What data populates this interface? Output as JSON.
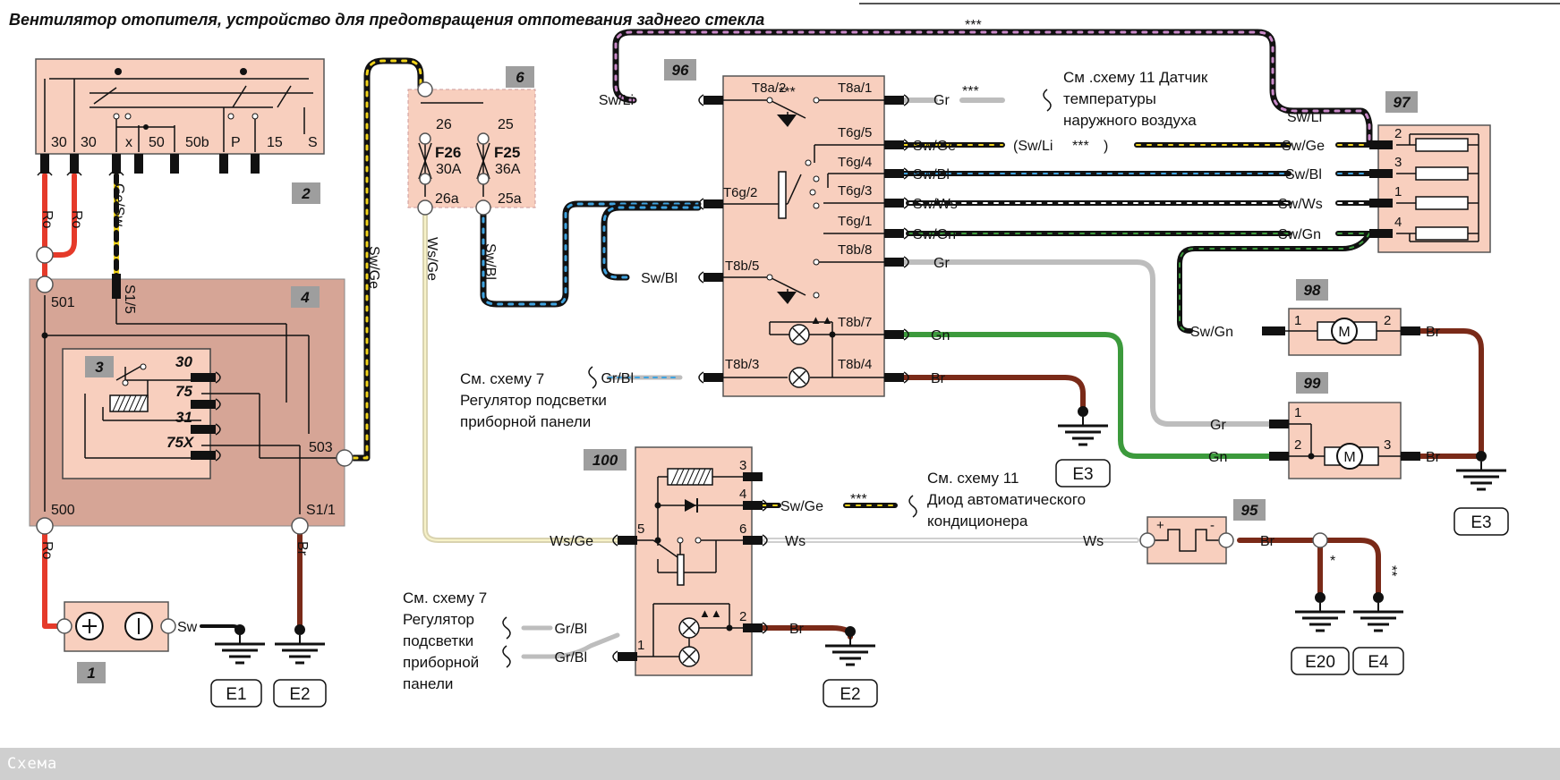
{
  "title": "Вентилятор отопителя, устройство для предотвращения отпотевания заднего стекла",
  "footer_label": "Схема",
  "components": {
    "c1": "1",
    "c2": "2",
    "c3": "3",
    "c4": "4",
    "c6": "6",
    "c95": "95",
    "c96": "96",
    "c97": "97",
    "c98": "98",
    "c99": "99",
    "c100": "100"
  },
  "ignition_terminals": [
    "30",
    "30",
    "x",
    "50",
    "50b",
    "P",
    "15",
    "S"
  ],
  "relay_block": {
    "p501": "501",
    "p500": "500",
    "p503": "503",
    "s15": "S1/5",
    "s11": "S1/1",
    "pin30": "30",
    "pin75": "75",
    "pin31": "31",
    "pin75x": "75X"
  },
  "fuses": {
    "f26": "F26",
    "f26_amp": "30A",
    "f25": "F25",
    "f25_amp": "36A",
    "p26": "26",
    "p25": "25",
    "p26a": "26a",
    "p25a": "25a"
  },
  "switch96": {
    "t8a2": "T8a/2",
    "t8a1": "T8a/1",
    "t6g5": "T6g/5",
    "t6g4": "T6g/4",
    "t6g2": "T6g/2",
    "t6g3": "T6g/3",
    "t6g1": "T6g/1",
    "t8b5": "T8b/5",
    "t8b8": "T8b/8",
    "t8b7": "T8b/7",
    "t8b3": "T8b/3",
    "t8b4": "T8b/4"
  },
  "pins97": [
    "2",
    "3",
    "1",
    "4"
  ],
  "motor": {
    "symbol": "M",
    "p1": "1",
    "p2": "2",
    "p3": "3"
  },
  "block100_pins": {
    "p3": "3",
    "p4": "4",
    "p5": "5",
    "p6": "6",
    "p2": "2",
    "p1": "1"
  },
  "sensor95": {
    "plus": "+",
    "minus": "-"
  },
  "wire_labels": {
    "ro": "Ro",
    "ge_sw": "Ge/Sw",
    "sw_ge": "Sw/Ge",
    "ws_ge": "Ws/Ge",
    "sw_bl": "Sw/Bl",
    "sw_li": "Sw/Li",
    "gr": "Gr",
    "sw_ws": "Sw/Ws",
    "sw_gn": "Sw/Gn",
    "gn": "Gn",
    "br": "Br",
    "ws": "Ws",
    "gr_bl": "Gr/Bl",
    "sw": "Sw",
    "sw_li_bracket": "(Sw/Li"
  },
  "marks": {
    "triple": "***",
    "single": "*",
    "double": "**"
  },
  "grounds": {
    "e1": "E1",
    "e2": "E2",
    "e3": "E3",
    "e20": "E20",
    "e4": "E4"
  },
  "notes": {
    "temp_sensor": [
      "См .схему 11 Датчик",
      "температуры",
      "наружного воздуха"
    ],
    "panel_reg": [
      "См. схему 7",
      "Регулятор подсветки",
      "приборной панели"
    ],
    "ac_diode": [
      "См. схему 11",
      "Диод автоматического",
      "кондиционера"
    ],
    "panel_reg2": [
      "См. схему 7",
      "Регулятор",
      "подсветки",
      "приборной",
      "панели"
    ]
  },
  "colors": {
    "red": "#e53a2a",
    "brown": "#7a2a18",
    "green": "#3c9a3c",
    "grey": "#bdbdbd",
    "yellow": "#f0d21a",
    "blue": "#3fa3e0",
    "violet": "#b277b6",
    "pink_box": "#f8cfbe",
    "dark_box": "#d6a596",
    "pin": "#111111"
  }
}
